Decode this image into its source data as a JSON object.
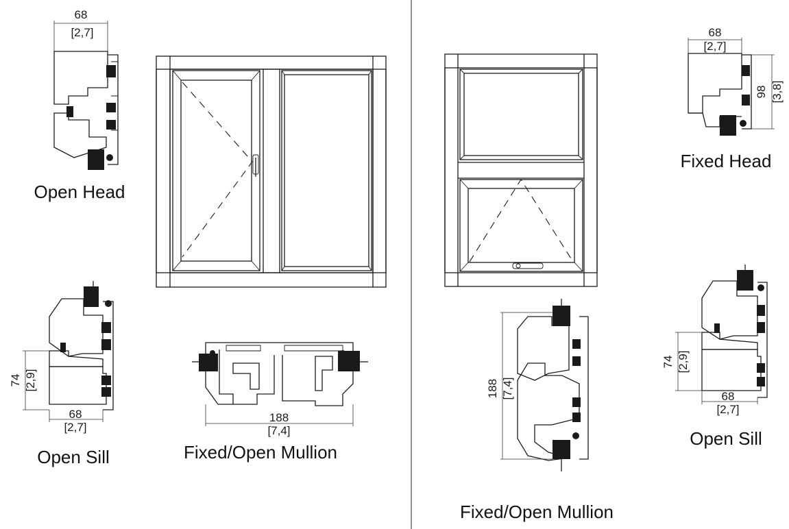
{
  "left_panel": {
    "open_head": {
      "label": "Open Head",
      "dim_width": "68",
      "dim_width_in": "[2,7]"
    },
    "open_sill": {
      "label": "Open Sill",
      "dim_height": "74",
      "dim_height_in": "[2,9]",
      "dim_width": "68",
      "dim_width_in": "[2,7]"
    },
    "mullion": {
      "label": "Fixed/Open Mullion",
      "dim_width": "188",
      "dim_width_in": "[7,4]"
    }
  },
  "right_panel": {
    "fixed_head": {
      "label": "Fixed Head",
      "dim_width": "68",
      "dim_width_in": "[2,7]",
      "dim_height": "98",
      "dim_height_in": "[3,8]"
    },
    "open_sill": {
      "label": "Open Sill",
      "dim_height": "74",
      "dim_height_in": "[2,9]",
      "dim_width": "68",
      "dim_width_in": "[2,7]"
    },
    "mullion": {
      "label": "Fixed/Open Mullion",
      "dim_height": "188",
      "dim_height_in": "[7,4]"
    }
  }
}
